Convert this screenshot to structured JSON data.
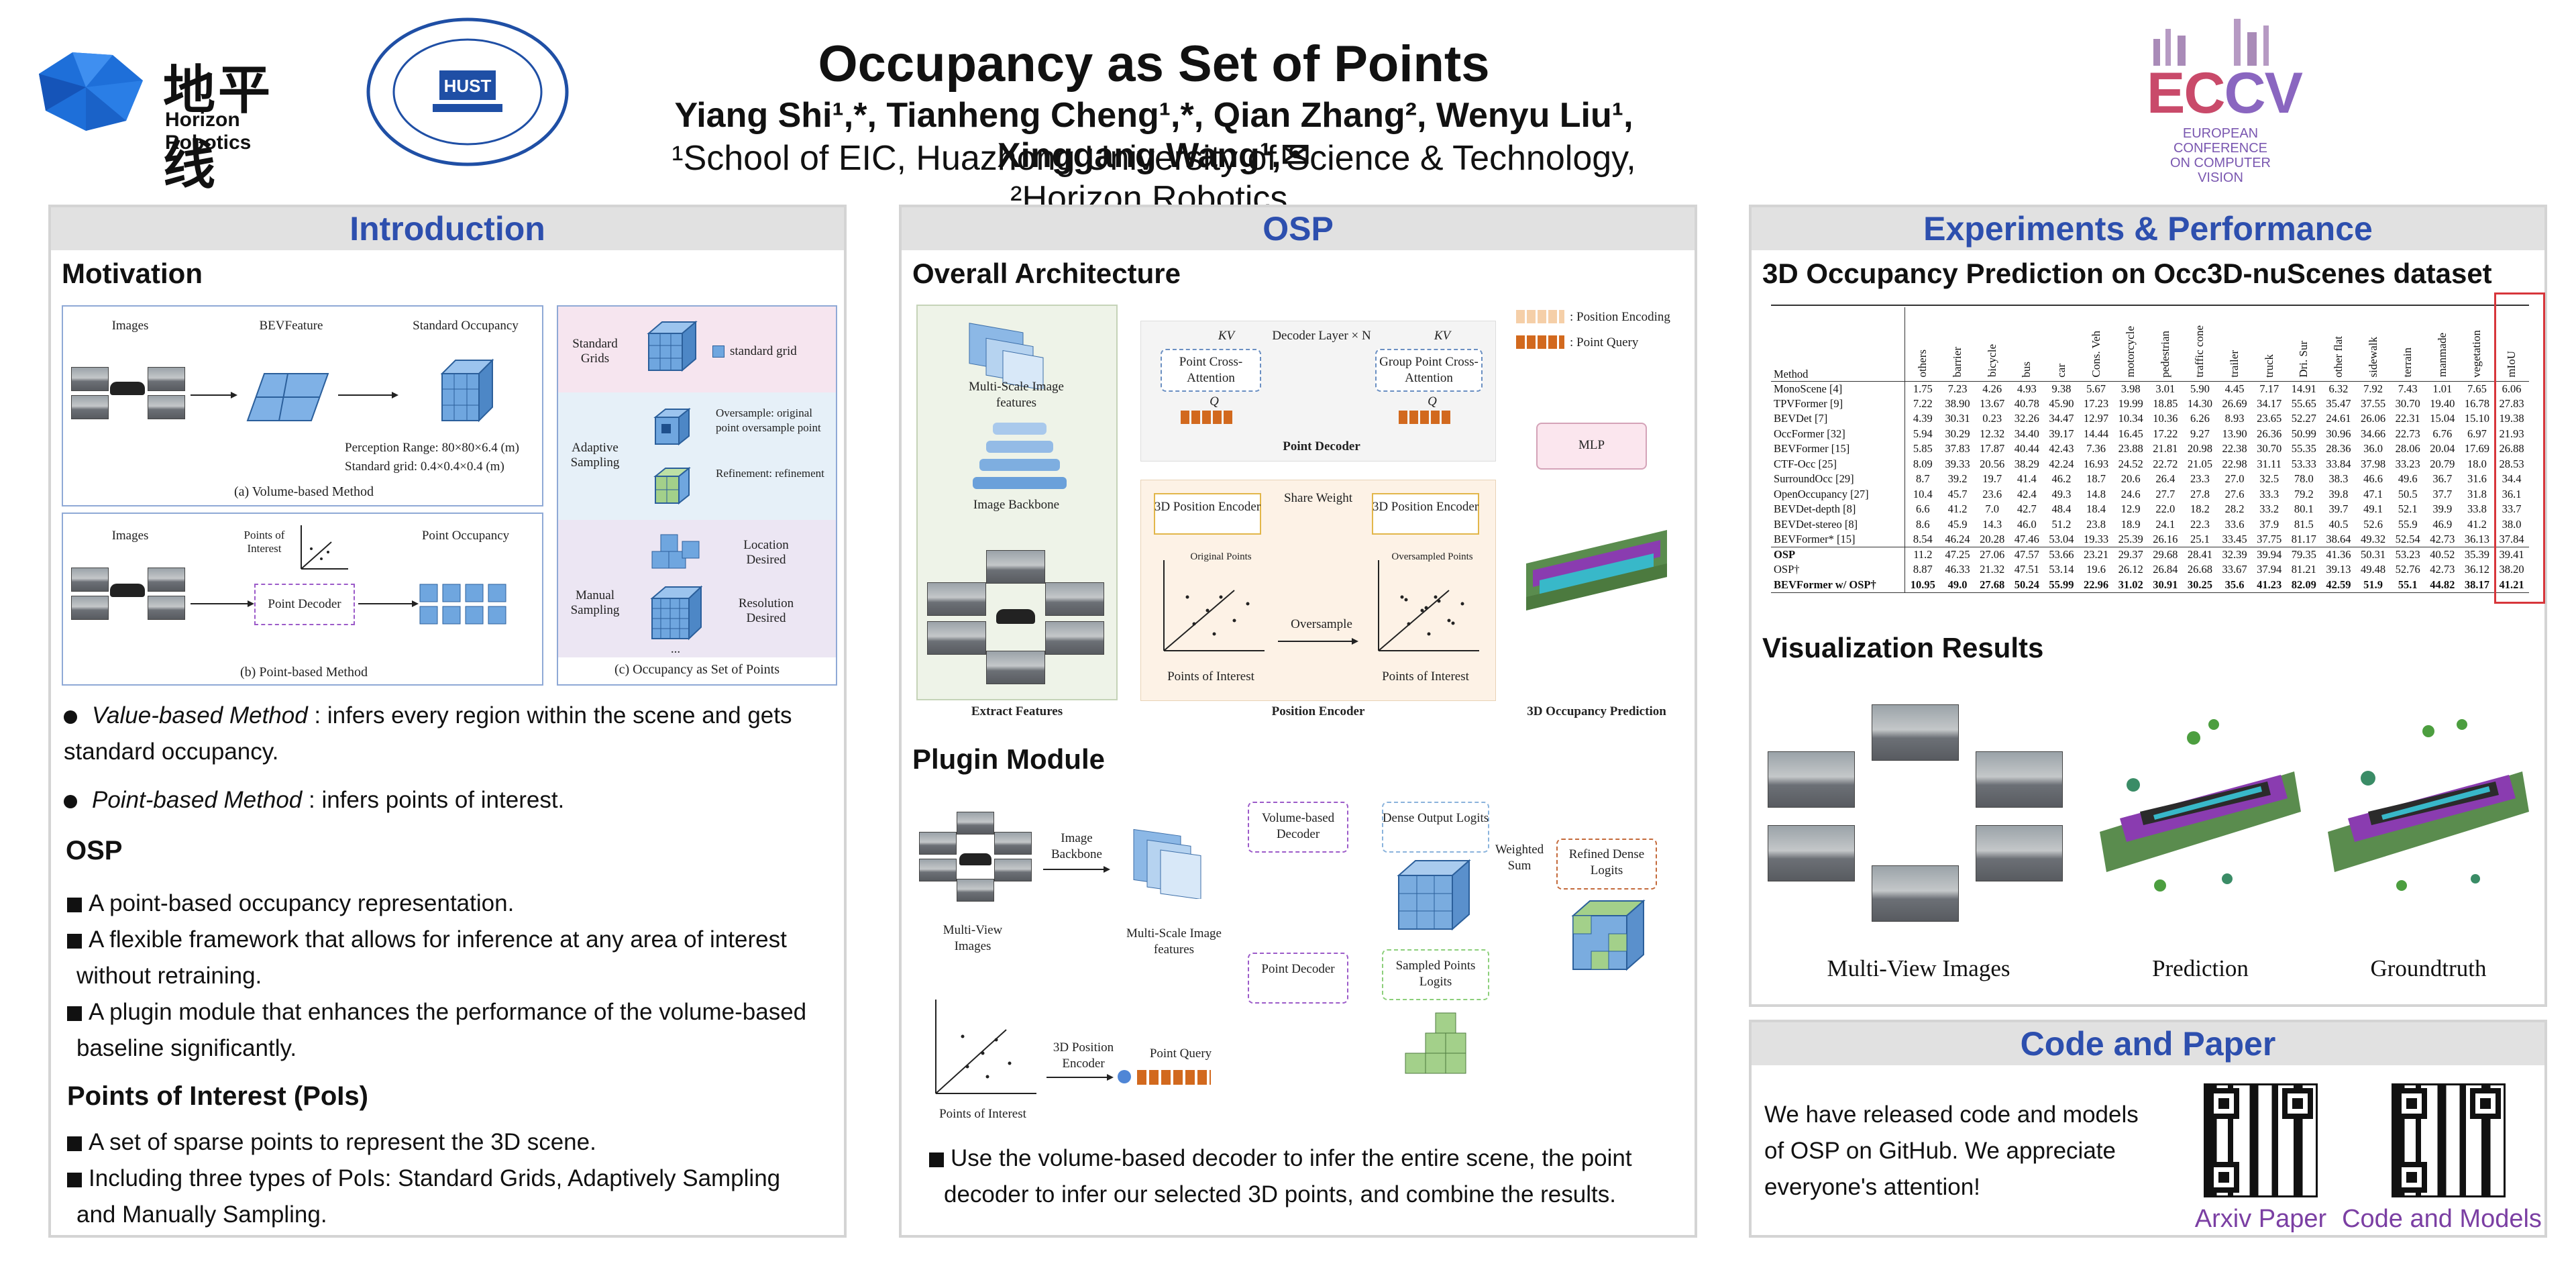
{
  "header": {
    "title": "Occupancy as Set of Points",
    "authors": "Yiang Shi¹,*, Tianheng Cheng¹,*, Qian Zhang², Wenyu Liu¹, Xinggang Wang¹,✉",
    "affiliations": "¹School of EIC, Huazhong University of Science & Technology, ²Horizon Robotics,",
    "horizon_logo_cn": "地平线",
    "horizon_logo_en": "Horizon Robotics",
    "eccv_line1": "EUROPEAN",
    "eccv_line2": "CONFERENCE",
    "eccv_line3": "ON COMPUTER",
    "eccv_line4": "VISION"
  },
  "intro": {
    "heading": "Introduction",
    "motivation": "Motivation",
    "fig": {
      "images": "Images",
      "bev": "BEVFeature",
      "std_occ": "Standard Occupancy",
      "range": "Perception Range: 80×80×6.4 (m)",
      "grid": "Standard grid: 0.4×0.4×0.4 (m)",
      "cap_a": "(a) Volume-based Method",
      "images_b": "Images",
      "poi": "Points of Interest",
      "point_decoder": "Point Decoder",
      "point_occ": "Point Occupancy",
      "cap_b": "(b) Point-based Method",
      "std_grids": "Standard Grids",
      "std_grid_small": "standard grid",
      "adaptive": "Adaptive Sampling",
      "oversample": "Oversample: original point oversample point",
      "refinement": "Refinement: refinement",
      "manual": "Manual Sampling",
      "location": "Location Desired",
      "resolution": "Resolution Desired",
      "dots": "...",
      "cap_c": "(c) Occupancy as Set of Points"
    },
    "bullets": [
      {
        "em": "Value-based Method",
        "text": " : infers every region within the scene and gets standard occupancy."
      },
      {
        "em": "Point-based Method",
        "text": " : infers points of interest."
      }
    ],
    "osp_heading": "OSP",
    "osp_items": [
      "A point-based occupancy representation.",
      "A flexible framework that allows for inference at any area of interest without retraining.",
      "A plugin module that enhances the performance of the volume-based baseline significantly."
    ],
    "poi_heading": "Points of Interest (PoIs)",
    "poi_items": [
      "A set of sparse points to represent the 3D scene.",
      "Including three types of PoIs: Standard Grids, Adaptively Sampling and Manually Sampling."
    ]
  },
  "osp": {
    "heading": "OSP",
    "arch_heading": "Overall Architecture",
    "arch": {
      "multi_scale": "Multi-Scale Image features",
      "backbone": "Image Backbone",
      "extract": "Extract Features",
      "decoder_layer": "Decoder Layer × N",
      "kv": "KV",
      "q": "Q",
      "point_ca": "Point Cross-Attention",
      "group_ca": "Group Point Cross-Attention",
      "point_decoder": "Point Decoder",
      "pos_enc_legend": ": Position Encoding",
      "point_query_legend": ": Point Query",
      "mlp": "MLP",
      "pe3d": "3D Position Encoder",
      "share": "Share Weight",
      "orig_points": "Original Points",
      "over_points": "Oversampled Points",
      "oversample": "Oversample",
      "poi": "Points of Interest",
      "pos_encoder": "Position Encoder",
      "occ_pred": "3D Occupancy Prediction"
    },
    "plugin_heading": "Plugin Module",
    "plugin": {
      "mv_images": "Multi-View Images",
      "backbone": "Image Backbone",
      "ms_features": "Multi-Scale Image features",
      "vol_decoder": "Volume-based Decoder",
      "dense_logits": "Dense Output Logits",
      "weighted_sum": "Weighted Sum",
      "refined": "Refined Dense Logits",
      "point_decoder": "Point Decoder",
      "sampled_logits": "Sampled Points Logits",
      "pe3d": "3D Position Encoder",
      "point_query": "Point Query",
      "poi": "Points of Interest"
    },
    "plugin_text": "Use the volume-based decoder to infer the entire scene, the point decoder to infer our selected 3D points, and combine the results."
  },
  "experiments": {
    "heading": "Experiments & Performance",
    "table_title": "3D Occupancy Prediction on Occ3D-nuScenes dataset",
    "columns": [
      "Method",
      "others",
      "barrier",
      "bicycle",
      "bus",
      "car",
      "Cons. Veh",
      "motorcycle",
      "pedestrian",
      "traffic cone",
      "trailer",
      "truck",
      "Dri. Sur",
      "other flat",
      "sidewalk",
      "terrain",
      "manmade",
      "vegetation",
      "mIoU"
    ],
    "rows": [
      [
        "MonoScene [4]",
        "1.75",
        "7.23",
        "4.26",
        "4.93",
        "9.38",
        "5.67",
        "3.98",
        "3.01",
        "5.90",
        "4.45",
        "7.17",
        "14.91",
        "6.32",
        "7.92",
        "7.43",
        "1.01",
        "7.65",
        "6.06"
      ],
      [
        "TPVFormer [9]",
        "7.22",
        "38.90",
        "13.67",
        "40.78",
        "45.90",
        "17.23",
        "19.99",
        "18.85",
        "14.30",
        "26.69",
        "34.17",
        "55.65",
        "35.47",
        "37.55",
        "30.70",
        "19.40",
        "16.78",
        "27.83"
      ],
      [
        "BEVDet [7]",
        "4.39",
        "30.31",
        "0.23",
        "32.26",
        "34.47",
        "12.97",
        "10.34",
        "10.36",
        "6.26",
        "8.93",
        "23.65",
        "52.27",
        "24.61",
        "26.06",
        "22.31",
        "15.04",
        "15.10",
        "19.38"
      ],
      [
        "OccFormer [32]",
        "5.94",
        "30.29",
        "12.32",
        "34.40",
        "39.17",
        "14.44",
        "16.45",
        "17.22",
        "9.27",
        "13.90",
        "26.36",
        "50.99",
        "30.96",
        "34.66",
        "22.73",
        "6.76",
        "6.97",
        "21.93"
      ],
      [
        "BEVFormer [15]",
        "5.85",
        "37.83",
        "17.87",
        "40.44",
        "42.43",
        "7.36",
        "23.88",
        "21.81",
        "20.98",
        "22.38",
        "30.70",
        "55.35",
        "28.36",
        "36.0",
        "28.06",
        "20.04",
        "17.69",
        "26.88"
      ],
      [
        "CTF-Occ [25]",
        "8.09",
        "39.33",
        "20.56",
        "38.29",
        "42.24",
        "16.93",
        "24.52",
        "22.72",
        "21.05",
        "22.98",
        "31.11",
        "53.33",
        "33.84",
        "37.98",
        "33.23",
        "20.79",
        "18.0",
        "28.53"
      ],
      [
        "SurroundOcc [29]",
        "8.7",
        "39.2",
        "19.7",
        "41.4",
        "46.2",
        "18.7",
        "20.6",
        "26.4",
        "23.3",
        "27.0",
        "32.5",
        "78.0",
        "38.3",
        "46.6",
        "49.6",
        "36.7",
        "31.6",
        "34.4"
      ],
      [
        "OpenOccupancy [27]",
        "10.4",
        "45.7",
        "23.6",
        "42.4",
        "49.3",
        "14.8",
        "24.6",
        "27.7",
        "27.8",
        "27.6",
        "33.3",
        "79.2",
        "39.8",
        "47.1",
        "50.5",
        "37.7",
        "31.8",
        "36.1"
      ],
      [
        "BEVDet-depth [8]",
        "6.6",
        "41.2",
        "7.0",
        "42.7",
        "48.4",
        "18.4",
        "12.9",
        "22.0",
        "18.2",
        "28.2",
        "33.2",
        "80.1",
        "39.7",
        "49.1",
        "52.1",
        "39.9",
        "33.8",
        "33.7"
      ],
      [
        "BEVDet-stereo [8]",
        "8.6",
        "45.9",
        "14.3",
        "46.0",
        "51.2",
        "23.8",
        "18.9",
        "24.1",
        "22.3",
        "33.6",
        "37.9",
        "81.5",
        "40.5",
        "52.6",
        "55.9",
        "46.9",
        "41.2",
        "38.0"
      ],
      [
        "BEVFormer* [15]",
        "8.54",
        "46.24",
        "20.28",
        "47.46",
        "53.04",
        "19.33",
        "25.39",
        "26.16",
        "25.1",
        "33.45",
        "37.75",
        "81.17",
        "38.64",
        "49.32",
        "52.54",
        "42.73",
        "36.13",
        "37.84"
      ]
    ],
    "rows2": [
      [
        "OSP",
        "11.2",
        "47.25",
        "27.06",
        "47.57",
        "53.66",
        "23.21",
        "29.37",
        "29.68",
        "28.41",
        "32.39",
        "39.94",
        "79.35",
        "41.36",
        "50.31",
        "53.23",
        "40.52",
        "35.39",
        "39.41"
      ],
      [
        "OSP†",
        "8.87",
        "46.33",
        "21.32",
        "47.51",
        "53.14",
        "19.6",
        "26.12",
        "26.84",
        "26.68",
        "33.67",
        "37.94",
        "81.21",
        "39.13",
        "49.48",
        "52.76",
        "42.73",
        "36.12",
        "38.20"
      ],
      [
        "BEVFormer w/ OSP†",
        "10.95",
        "49.0",
        "27.68",
        "50.24",
        "55.99",
        "22.96",
        "31.02",
        "30.91",
        "30.25",
        "35.6",
        "41.23",
        "82.09",
        "42.59",
        "51.9",
        "55.1",
        "44.82",
        "38.17",
        "41.21"
      ]
    ],
    "vis_heading": "Visualization Results",
    "vis_labels": [
      "Multi-View Images",
      "Prediction",
      "Groundtruth"
    ]
  },
  "code": {
    "heading": "Code and Paper",
    "text": "We have released code and models of OSP on GitHub. We appreciate everyone's attention!",
    "qr1_label": "Arxiv Paper",
    "qr2_label": "Code and Models"
  }
}
